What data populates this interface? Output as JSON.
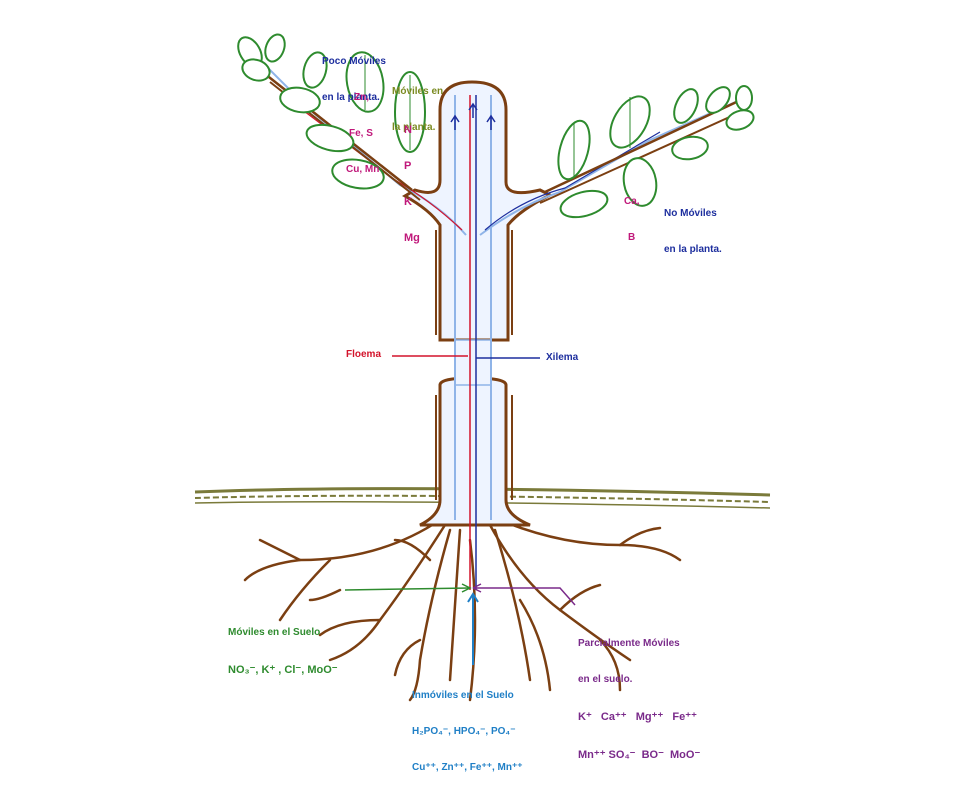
{
  "labels": {
    "poco_moviles": {
      "line1": "Poco Móviles",
      "line2": "en la planta.",
      "elements1": "Zn,",
      "elements2": "Fe, S",
      "elements3": "Cu, Mn"
    },
    "moviles_planta": {
      "line1": "Móviles en",
      "line2": "la planta.",
      "e1": "N",
      "e2": "P",
      "e3": "K",
      "e4": "Mg"
    },
    "no_moviles": {
      "line1": "No Móviles",
      "line2": "en la planta.",
      "e1": "Ca,",
      "e2": "B"
    },
    "floema": "Floema",
    "xilema": "Xilema",
    "moviles_suelo": {
      "line1": "Móviles en el Suelo",
      "line2": "NO₃⁻, K⁺ , Cl⁻, MoO⁻"
    },
    "parcialmente": {
      "line1": "Parcialmente Móviles",
      "line2": "en el suelo.",
      "line3": "K⁺   Ca⁺⁺   Mg⁺⁺   Fe⁺⁺",
      "line4": "Mn⁺⁺ SO₄⁻  BO⁻  MoO⁻"
    },
    "inmoviles": {
      "line1": "Inmóviles en el Suelo",
      "line2": "H₂PO₄⁻, HPO₄⁻, PO₄⁻",
      "line3": "Cu⁺⁺, Zn⁺⁺, Fe⁺⁺, Mn⁺⁺"
    }
  },
  "colors": {
    "bark": "#7b3f12",
    "leaf": "#2e8b2e",
    "ground": "#7a7a3a",
    "phloem": "#d3132b",
    "xylem": "#1d2e9e",
    "vessel": "#8fb4e8",
    "stem_fill": "#eef4ff"
  }
}
